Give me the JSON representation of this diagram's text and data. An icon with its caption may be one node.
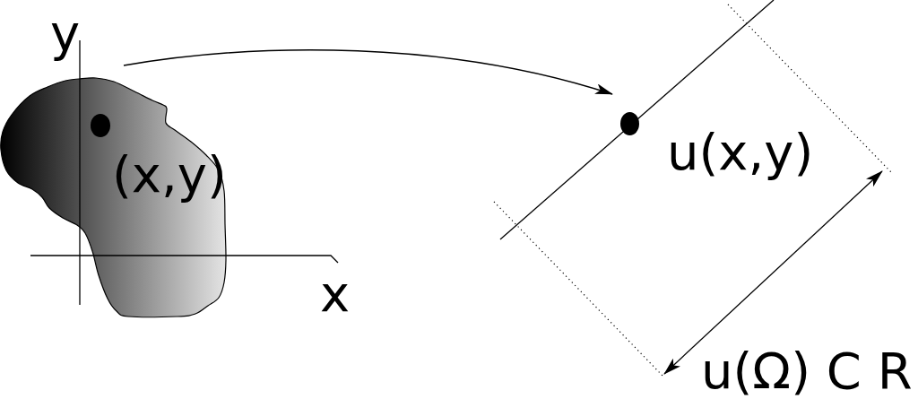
{
  "diagram": {
    "nodes": [
      {
        "text": [],
        "shape": "blob"
      },
      {
        "text": [],
        "shape": "circle",
        "in": 0,
        "beside": [
          "(x,y)"
        ]
      },
      {
        "text": [],
        "shape": "circle",
        "beside": [
          "u(x,y)"
        ]
      }
    ],
    "edges": [
      {
        "from": 0,
        "to": 2,
        "arrow": "to"
      }
    ],
    "labels": [
      "y",
      "x",
      "u(Ω) C R"
    ]
  }
}
